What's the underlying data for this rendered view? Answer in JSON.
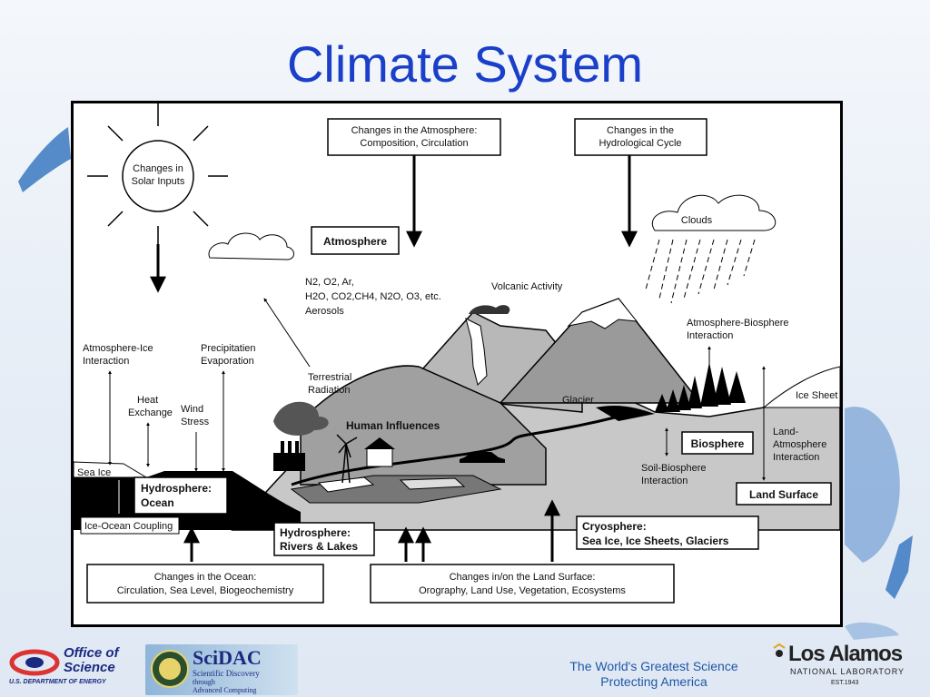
{
  "slide": {
    "title": "Climate System"
  },
  "diagram": {
    "forcing_boxes": {
      "solar": "Changes in\nSolar Inputs",
      "atmosphere_change_1": "Changes in the Atmosphere:",
      "atmosphere_change_2": "Composition, Circulation",
      "hydro_change_1": "Changes in the",
      "hydro_change_2": "Hydrological Cycle",
      "ocean_change_1": "Changes in the Ocean:",
      "ocean_change_2": "Circulation, Sea Level, Biogeochemistry",
      "land_change_1": "Changes in/on the Land Surface:",
      "land_change_2": "Orography, Land Use, Vegetation, Ecosystems"
    },
    "components": {
      "atmosphere": "Atmosphere",
      "hydrosphere_ocean_1": "Hydrosphere:",
      "hydrosphere_ocean_2": "Ocean",
      "hydrosphere_rivers_1": "Hydrosphere:",
      "hydrosphere_rivers_2": "Rivers & Lakes",
      "cryosphere_1": "Cryosphere:",
      "cryosphere_2": "Sea Ice, Ice Sheets, Glaciers",
      "biosphere": "Biosphere",
      "land_surface": "Land Surface"
    },
    "labels": {
      "solar_1": "Changes in",
      "solar_2": "Solar Inputs",
      "clouds": "Clouds",
      "gases_1": "N",
      "gases_line1": "N2, O2, Ar,",
      "gases_line2": "H2O, CO2,CH4, N2O, O3, etc.",
      "aerosols": "Aerosols",
      "volcanic": "Volcanic Activity",
      "atm_bio_1": "Atmosphere-Biosphere",
      "atm_bio_2": "Interaction",
      "atm_ice_1": "Atmosphere-Ice",
      "atm_ice_2": "Interaction",
      "precip_1": "Precipitatien",
      "precip_2": "Evaporation",
      "terrestrial_1": "Terrestrial",
      "terrestrial_2": "Radiation",
      "heat_1": "Heat",
      "heat_2": "Exchange",
      "wind_1": "Wind",
      "wind_2": "Stress",
      "glacier": "Glacier",
      "ice_sheet": "Ice Sheet",
      "human": "Human Influences",
      "sea_ice": "Sea Ice",
      "land_atm_1": "Land-",
      "land_atm_2": "Atmosphere",
      "land_atm_3": "Interaction",
      "soil_bio_1": "Soil-Biosphere",
      "soil_bio_2": "Interaction",
      "ice_ocean": "Ice-Ocean Coupling"
    }
  },
  "footer": {
    "doe_line1": "Office of",
    "doe_line2": "Science",
    "doe_line3": "U.S. DEPARTMENT OF ENERGY",
    "scidac_name": "SciDAC",
    "scidac_sub1": "Scientific Discovery",
    "scidac_sub2": "through",
    "scidac_sub3": "Advanced Computing",
    "tagline1": "The World's Greatest Science",
    "tagline2": "Protecting America",
    "lanl_name": "Los Alamos",
    "lanl_sub": "NATIONAL LABORATORY",
    "lanl_est": "EST.1943"
  },
  "colors": {
    "title": "#1a3fc8",
    "map": "#3a79c2",
    "tagline": "#1f57a8"
  }
}
